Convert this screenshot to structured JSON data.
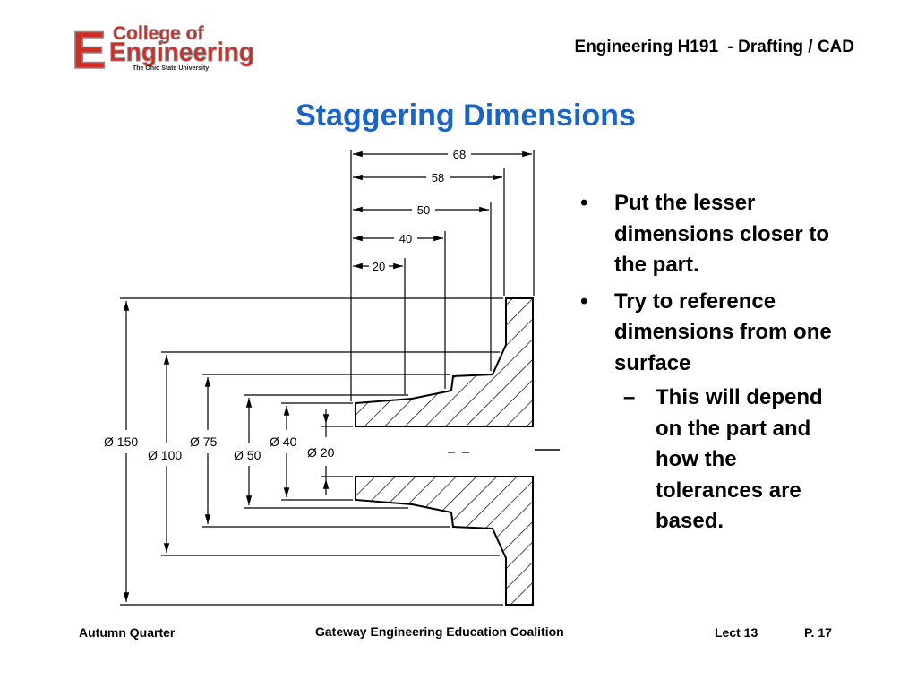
{
  "logo": {
    "college_of": "College of",
    "engineering": "Engineering",
    "university": "The Ohio State University"
  },
  "header": {
    "course_title": "Engineering H191  - Drafting / CAD"
  },
  "slide": {
    "title": "Staggering Dimensions"
  },
  "drawing": {
    "horizontal_dims": [
      "20",
      "40",
      "50",
      "58",
      "68"
    ],
    "diameter_dims": [
      "Ø 150",
      "Ø 100",
      "Ø 75",
      "Ø 50",
      "Ø 40",
      "Ø 20"
    ]
  },
  "bullets": {
    "items": [
      {
        "marker": "•",
        "text": "Put the lesser dimensions closer to the part."
      },
      {
        "marker": "•",
        "text": "Try to reference dimensions from one surface"
      }
    ],
    "sub_items": [
      {
        "marker": "–",
        "text": "This will depend on the part and how the tolerances are based."
      }
    ]
  },
  "footer": {
    "left": "Autumn Quarter",
    "center": "Gateway Engineering Education Coalition",
    "lecture": "Lect 13",
    "page": "P. 17"
  },
  "colors": {
    "title_blue": "#1a64c4",
    "logo_red": "#d42a23"
  }
}
